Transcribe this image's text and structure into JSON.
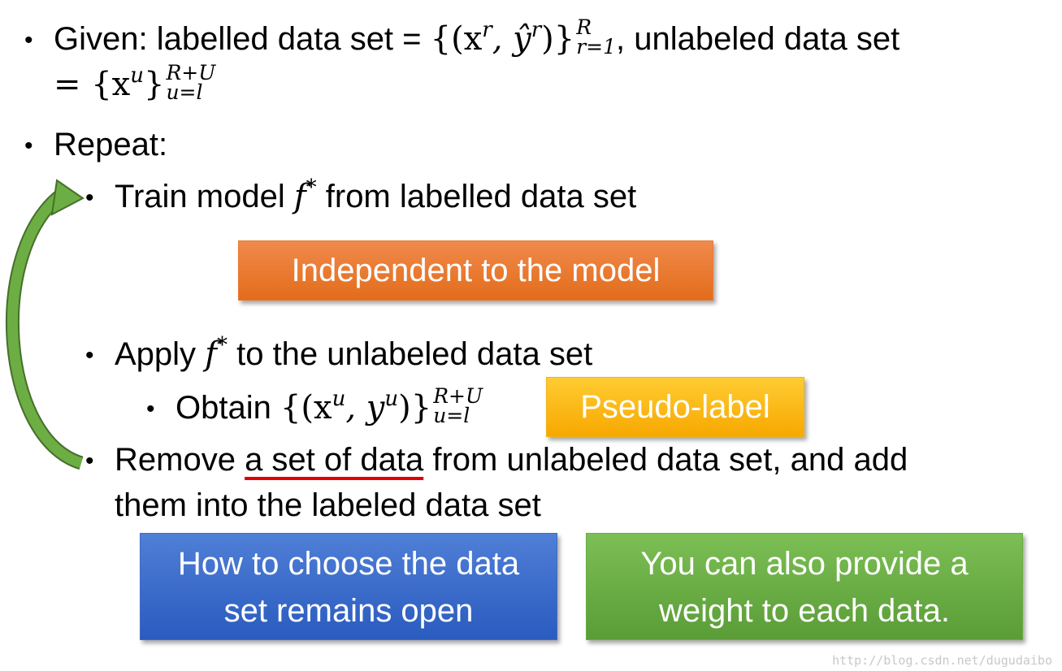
{
  "slide": {
    "given_label": "Given: labelled data set = ",
    "given_set_main": "{(x",
    "given_set_sup_r1": "r",
    "given_set_mid": ", ŷ",
    "given_set_sup_r2": "r",
    "given_set_close": ")}",
    "given_set_upper": "R",
    "given_set_lower": "r=1",
    "given_tail": ", unlabeled data set",
    "given_line2_prefix": "= {x",
    "given_line2_sup": "u",
    "given_line2_close": "}",
    "given_line2_upper": "R+U",
    "given_line2_lower": "u=l",
    "repeat_label": "Repeat:",
    "train_prefix": "Train model ",
    "train_f": "f",
    "train_star": "*",
    "train_suffix": " from labelled data set",
    "apply_prefix": "Apply ",
    "apply_f": "f",
    "apply_star": "*",
    "apply_suffix": " to the unlabeled data set",
    "obtain_prefix": "Obtain ",
    "obtain_set_open": "{(x",
    "obtain_sup1": "u",
    "obtain_mid": ", y",
    "obtain_sup2": "u",
    "obtain_close": ")}",
    "obtain_upper": "R+U",
    "obtain_lower": "u=l",
    "remove_prefix": "Remove ",
    "remove_underlined": "a set of data",
    "remove_suffix": " from unlabeled data set, and add",
    "remove_line2": "them into the labeled data set"
  },
  "callouts": {
    "independent": "Independent to the model",
    "pseudo_label": "Pseudo-label",
    "choose_line1": "How to choose the data",
    "choose_line2": "set remains open",
    "weight_line1": "You can also provide a",
    "weight_line2": "weight to each data."
  },
  "watermark": "http://blog.csdn.net/dugudaibo",
  "colors": {
    "orange": "#e36c1b",
    "yellow": "#f7a800",
    "blue": "#2a5bbf",
    "green": "#5a9c36",
    "arrow": "#5b9b35",
    "underline": "#e00000"
  }
}
